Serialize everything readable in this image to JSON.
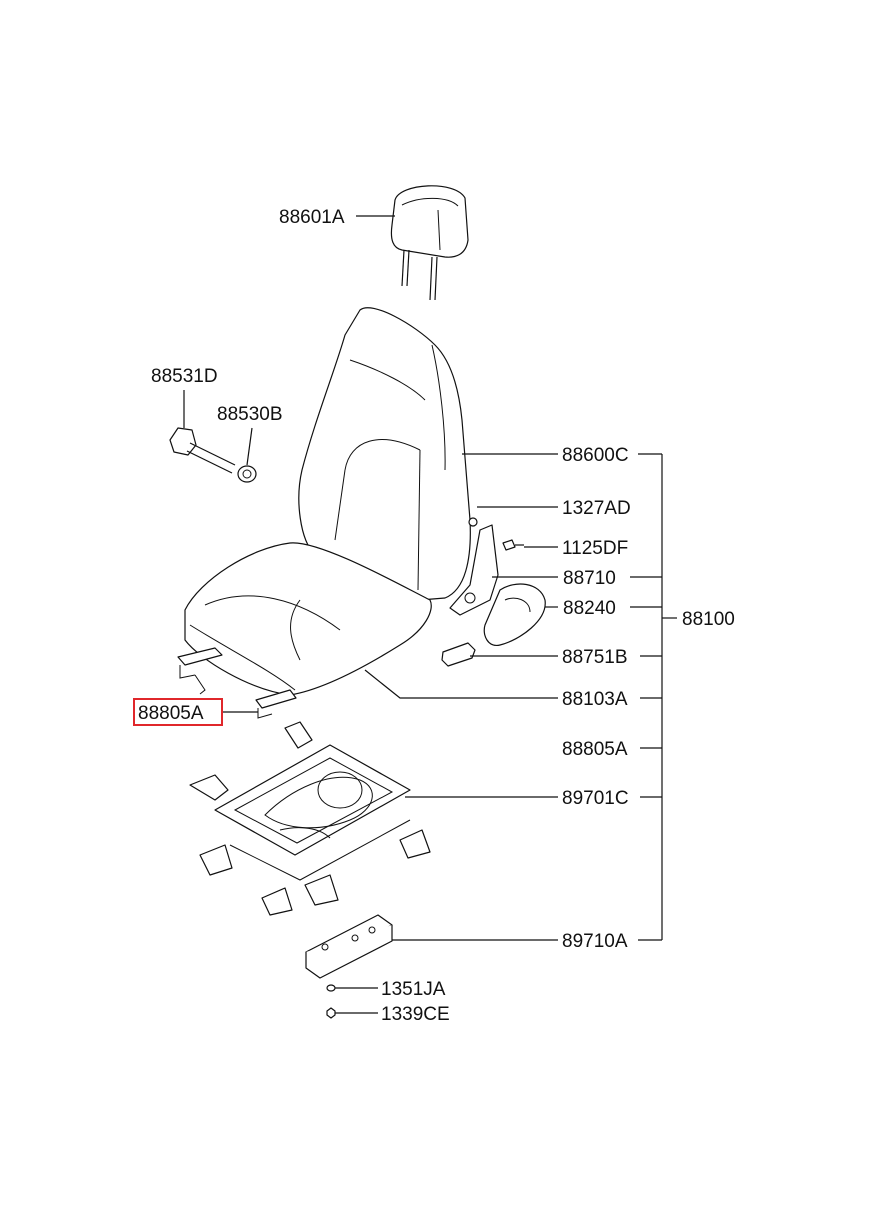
{
  "diagram": {
    "highlight_color": "#e0272b",
    "callouts": {
      "headrest": "88601A",
      "knob": "88531D",
      "knob_bushing": "88530B",
      "back_assy": "88600C",
      "nut": "1327AD",
      "bolt": "1125DF",
      "recliner": "88710",
      "recliner_cover": "88240",
      "lever_knob": "88751B",
      "cushion_assy": "88103A",
      "track_left": "88805A",
      "track_right": "88805A",
      "frame": "89701C",
      "bracket": "89710A",
      "washer": "1351JA",
      "nut_small": "1339CE",
      "seat_assy": "88100"
    }
  }
}
